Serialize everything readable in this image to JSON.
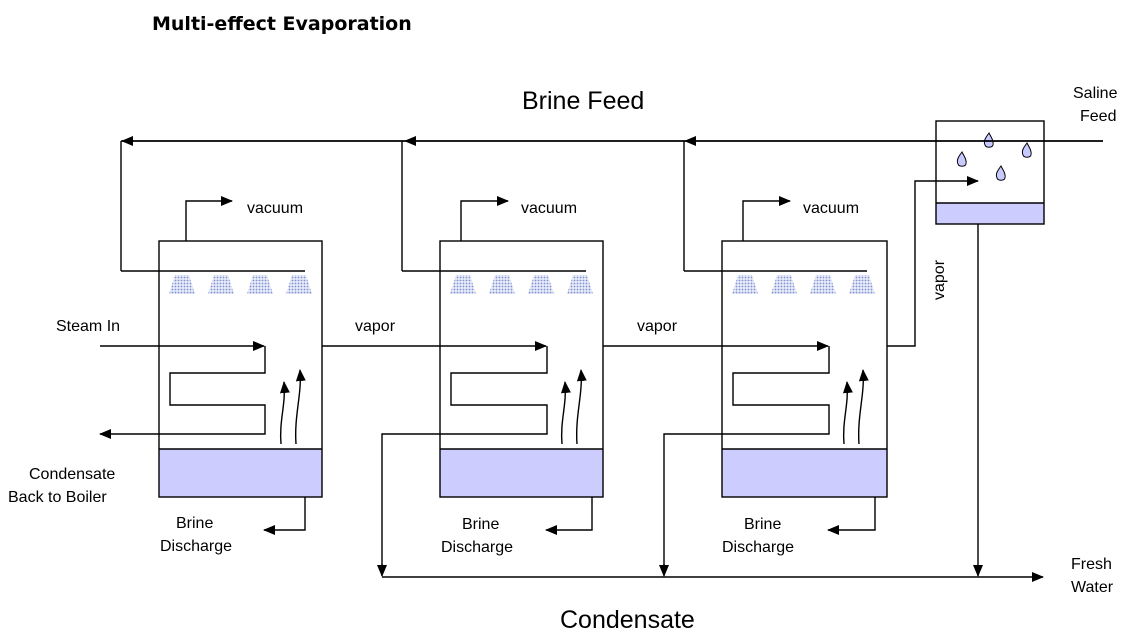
{
  "title": "Multi-effect Evaporation",
  "labels": {
    "brine_feed": "Brine Feed",
    "saline_feed_line1": "Saline",
    "saline_feed_line2": "Feed",
    "vacuum": "vacuum",
    "steam_in": "Steam In",
    "vapor": "vapor",
    "condensate_back_line1": "Condensate",
    "condensate_back_line2": "Back to Boiler",
    "brine_discharge_line1": "Brine",
    "brine_discharge_line2": "Discharge",
    "fresh_water_line1": "Fresh",
    "fresh_water_line2": "Water",
    "condensate": "Condensate"
  },
  "colors": {
    "brine_pool": "#ccccff",
    "spray": "#99aadd",
    "droplet": "#c7c9ff",
    "line": "#000000"
  },
  "effects": [
    {
      "id": "effect-1",
      "label": "vacuum"
    },
    {
      "id": "effect-2",
      "label": "vacuum"
    },
    {
      "id": "effect-3",
      "label": "vacuum"
    }
  ]
}
